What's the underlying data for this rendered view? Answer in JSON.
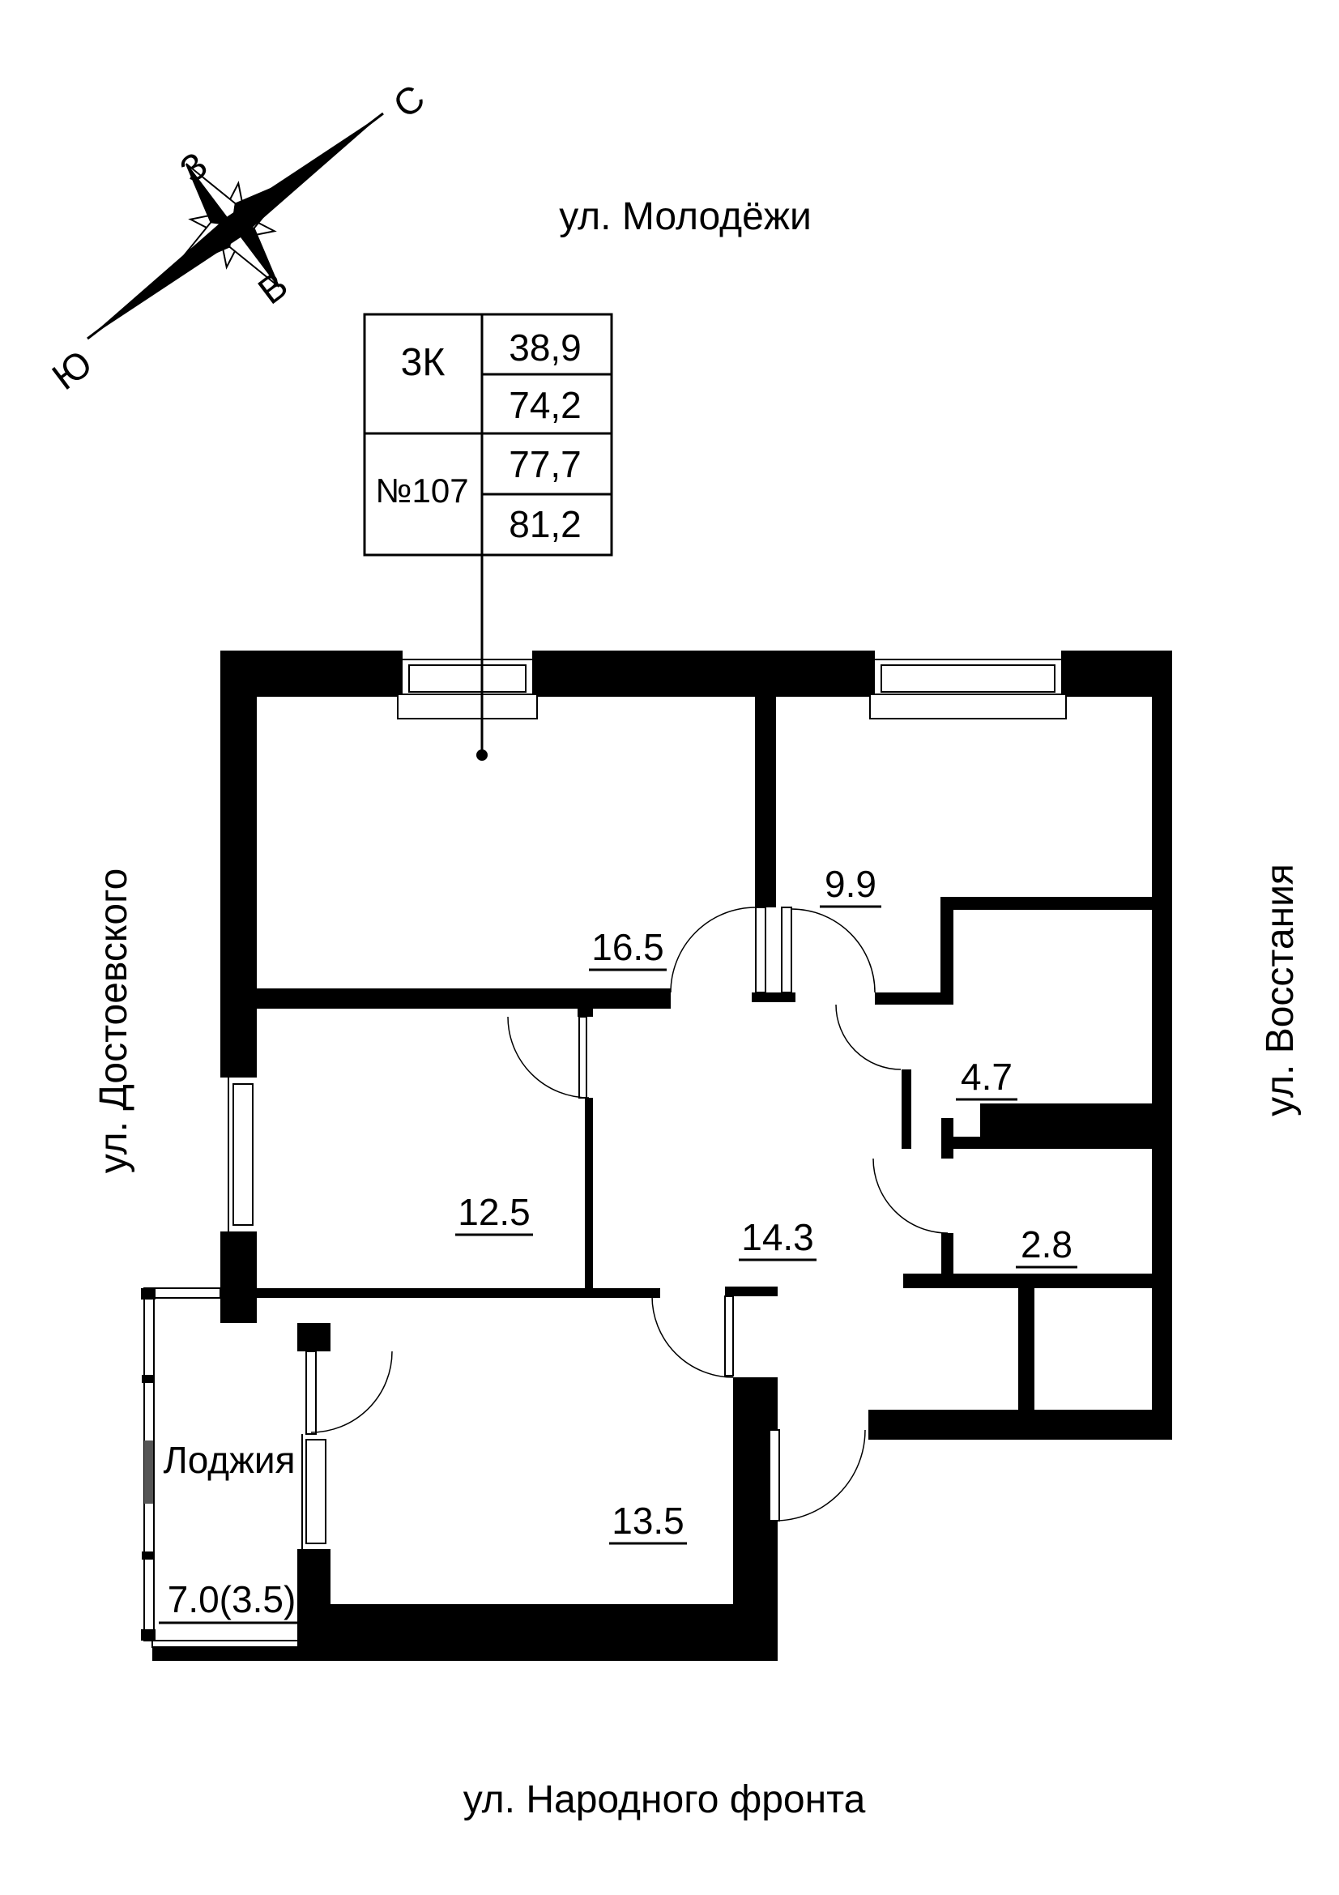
{
  "compass": {
    "north": "С",
    "west": "З",
    "east": "В",
    "south": "Ю"
  },
  "streets": {
    "top": "ул. Молодёжи",
    "left": "ул. Достоевского",
    "right": "ул. Восстания",
    "bottom": "ул. Народного фронта"
  },
  "info_table": {
    "rooms_label": "3К",
    "number_label": "№107",
    "areas": [
      "38,9",
      "74,2",
      "77,7",
      "81,2"
    ]
  },
  "room_areas": {
    "room_16": "16.5",
    "room_9": "9.9",
    "room_12": "12.5",
    "hallway": "14.3",
    "bath": "4.7",
    "wc": "2.8",
    "kitchen": "13.5"
  },
  "loggia": {
    "name": "Лоджия",
    "area": "7.0(3.5)"
  }
}
